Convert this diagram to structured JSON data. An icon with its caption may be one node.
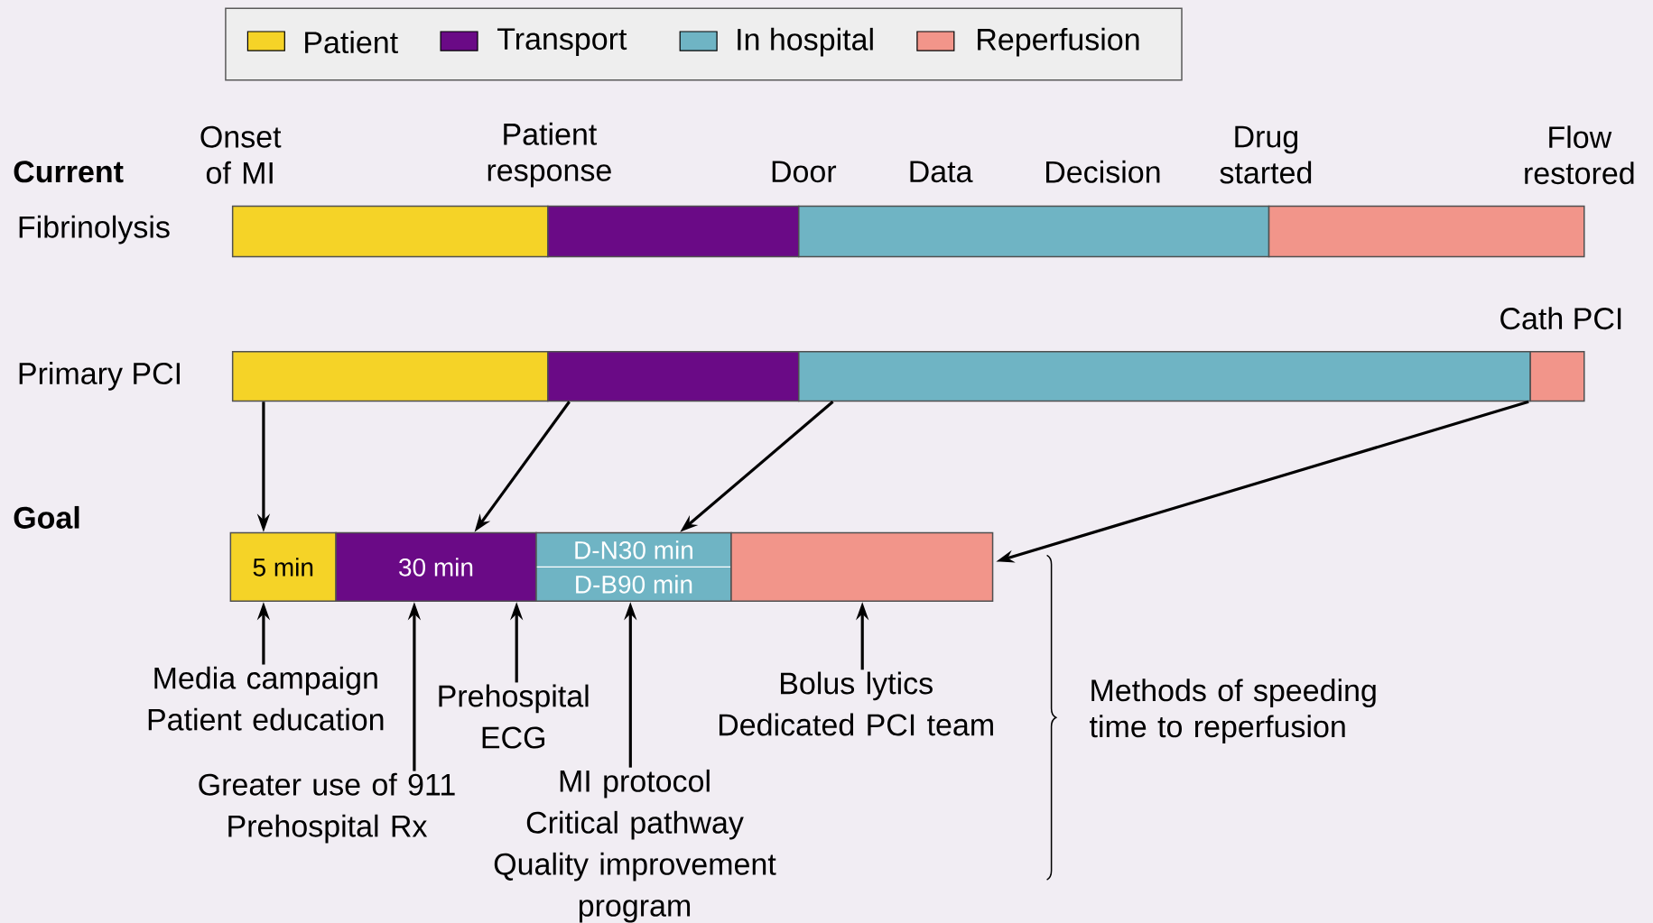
{
  "diagram": {
    "nodes": [
      {
        "text": [],
        "shape": "bar"
      },
      {
        "text": [],
        "shape": "bar"
      },
      {
        "text": [],
        "shape": "bar"
      },
      {
        "text": [],
        "shape": "bar"
      },
      {
        "text": [],
        "shape": "bar"
      },
      {
        "text": [],
        "shape": "bar"
      },
      {
        "text": [],
        "shape": "bar"
      },
      {
        "text": [],
        "shape": "bar"
      },
      {
        "text": [
          "5 min"
        ]
      },
      {
        "text": [
          "30 min"
        ]
      },
      {
        "text": [
          "D-N30 min",
          "D-B90 min"
        ]
      },
      {
        "text": [],
        "shape": "bar"
      },
      {
        "text": [
          "Media campaign",
          "Patient education"
        ]
      },
      {
        "text": [
          "Bolus lytics",
          "Dedicated PCI team"
        ]
      },
      {
        "text": [
          "Prehospital ECG"
        ]
      },
      {
        "text": [
          "Greater use of 911",
          "Prehospital Rx"
        ]
      },
      {
        "text": [
          "MI protocol",
          "Critical pathway",
          "Quality improvement program"
        ]
      }
    ],
    "edges": [
      {
        "from": 4,
        "to": 8,
        "arrow": "to"
      },
      {
        "from": 5,
        "to": 9,
        "arrow": "to"
      },
      {
        "from": 6,
        "to": 10,
        "arrow": "to"
      },
      {
        "from": 7,
        "to": 11,
        "arrow": "to"
      },
      {
        "from": 12,
        "to": 8,
        "arrow": "to"
      },
      {
        "from": 15,
        "to": 9,
        "arrow": "to"
      },
      {
        "from": 14,
        "to": 9,
        "arrow": "to"
      },
      {
        "from": 16,
        "to": 10,
        "arrow": "to"
      },
      {
        "from": 13,
        "to": 11,
        "arrow": "to"
      }
    ],
    "labels": [
      "Onset of MI",
      "Patient response",
      "Drug started",
      "Flow restored",
      "Current",
      "Door",
      "Data",
      "Decision",
      "Fibrinolysis",
      "Cath PCI",
      "Primary PCI",
      "Goal",
      "Methods of speeding time to reperfusion"
    ],
    "legend": [
      {
        "text": "Patient",
        "color": "#f5d327"
      },
      {
        "text": "Transport",
        "color": "#6a0a86"
      },
      {
        "text": "In hospital",
        "color": "#6fb4c4"
      },
      {
        "text": "Reperfusion",
        "color": "#f2958a"
      }
    ]
  }
}
